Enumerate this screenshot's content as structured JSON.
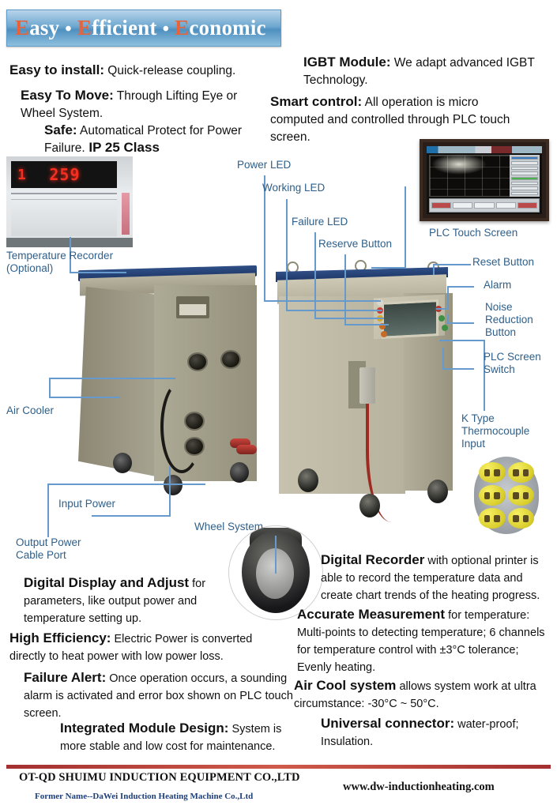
{
  "banner": {
    "word1_cap": "E",
    "word1_rest": "asy",
    "sep1": "•",
    "word2_cap": "E",
    "word2_rest": "fficient",
    "sep2": "•",
    "word3_cap": "E",
    "word3_rest": "conomic",
    "accent_color": "#e8623a",
    "background_color": "#4f90c0"
  },
  "features_left": [
    {
      "lead": "Easy to install:",
      "body": " Quick-release coupling."
    },
    {
      "lead": "Easy To Move:",
      "body": " Through Lifting Eye or Wheel System."
    },
    {
      "lead": "Safe:",
      "body": " Automatical Protect for Power Failure.",
      "extra": "IP 25 Class"
    }
  ],
  "features_right": [
    {
      "lead": "IGBT Module:",
      "body": " We adapt advanced IGBT Technology."
    },
    {
      "lead": "Smart control:",
      "body": " All operation is micro computed and controlled through PLC touch screen."
    }
  ],
  "callouts": {
    "temperature_recorder": "Temperature Recorder\n(Optional)",
    "air_cooler": "Air Cooler",
    "input_power": "Input Power",
    "output_power_cable_port": "Output Power\nCable Port",
    "wheel_system": "Wheel System",
    "power_led": "Power LED",
    "working_led": "Working LED",
    "failure_led": "Failure LED",
    "reserve_button": "Reserve Button",
    "plc_touch_screen": "PLC Touch Screen",
    "reset_button": "Reset Button",
    "alarm": "Alarm",
    "noise_reduction_button": "Noise\nReduction\nButton",
    "plc_screen_switch": "PLC Screen\nSwitch",
    "k_type_thermocouple_input": "K Type\nThermocouple\nInput",
    "line_color": "#6699cc",
    "text_color": "#2e5f8a"
  },
  "recorder_display": {
    "channel": "1",
    "value": "259"
  },
  "bottom_left": [
    {
      "lead": "Digital Display and Adjust",
      "body": " for parameters, like output power and temperature setting up."
    },
    {
      "lead": "High Efficiency:",
      "body": " Electric Power is converted directly to heat power with low power loss."
    },
    {
      "lead": "Failure Alert:",
      "body": "  Once operation occurs, a sounding alarm is activated and error box shown on PLC touch screen."
    },
    {
      "lead": "Integrated Module Design:",
      "body": " System is more stable and low cost for maintenance."
    }
  ],
  "bottom_right": [
    {
      "lead": "Digital Recorder",
      "body": " with optional printer is able to record the temperature data and create chart trends of the heating progress."
    },
    {
      "lead": "Accurate Measurement",
      "body": " for temperature: Multi-points to detecting temperature; 6 channels for temperature control with ±3°C tolerance; Evenly heating."
    },
    {
      "lead": "Air Cool system",
      "body": " allows system work at ultra circumstance: -30°C ~ 50°C."
    },
    {
      "lead": "Universal connector:",
      "body": " water-proof; Insulation."
    }
  ],
  "footer": {
    "company": "OT-QD SHUIMU INDUCTION EQUIPMENT CO.,LTD",
    "former_name": "Former Name--DaWei Induction Heating Machine Co.,Ltd",
    "website": "www.dw-inductionheating.com",
    "rule_color": "#a33030"
  }
}
